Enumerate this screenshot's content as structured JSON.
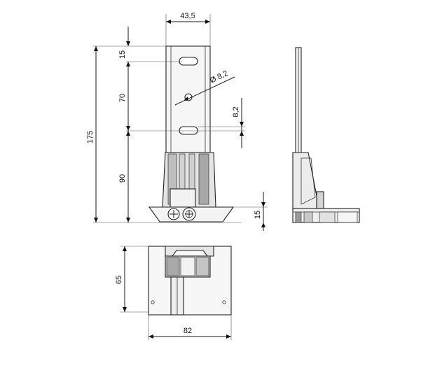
{
  "dimensions": {
    "width_top": "43,5",
    "slot_offset": "15",
    "hole_diameter": "Ø 8,2",
    "hole_spacing": "70",
    "slot_width": "8,2",
    "total_height": "175",
    "lower_height": "90",
    "base_height": "15",
    "plate_depth": "65",
    "plate_width": "82"
  },
  "colors": {
    "line": "#1a1a1a",
    "fill_light": "#f4f4f4",
    "fill_mid": "#dcdcdc",
    "fill_dark": "#9a9a9a"
  }
}
